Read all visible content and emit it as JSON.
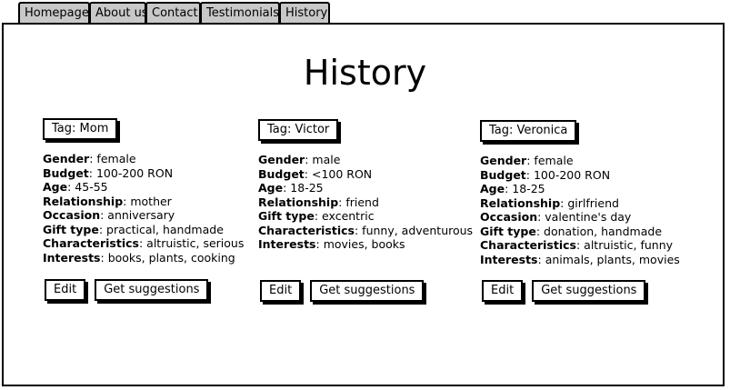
{
  "tabs": [
    "Homepage",
    "About us",
    "Contact",
    "Testimonials",
    "History"
  ],
  "active_tab": "History",
  "page_title": "History",
  "buttons": {
    "edit": "Edit",
    "suggest": "Get suggestions"
  },
  "field_labels": {
    "gender": "Gender",
    "budget": "Budget",
    "age": "Age",
    "relationship": "Relationship",
    "occasion": "Occasion",
    "gift_type": "Gift type",
    "characteristics": "Characteristics",
    "interests": "Interests"
  },
  "cards": [
    {
      "tag": "Tag: Mom",
      "gender": "female",
      "budget": "100-200 RON",
      "age": "45-55",
      "relationship": "mother",
      "occasion": "anniversary",
      "gift_type": "practical, handmade",
      "characteristics": "altruistic, serious",
      "interests": "books, plants, cooking"
    },
    {
      "tag": "Tag: Victor",
      "gender": "male",
      "budget": "<100 RON",
      "age": "18-25",
      "relationship": "friend",
      "gift_type": "excentric",
      "characteristics": "funny, adventurous",
      "interests": "movies, books"
    },
    {
      "tag": "Tag: Veronica",
      "gender": "female",
      "budget": "100-200 RON",
      "age": "18-25",
      "relationship": "girlfriend",
      "occasion": "valentine's day",
      "gift_type": "donation, handmade",
      "characteristics": "altruistic, funny",
      "interests": "animals, plants, movies"
    }
  ]
}
